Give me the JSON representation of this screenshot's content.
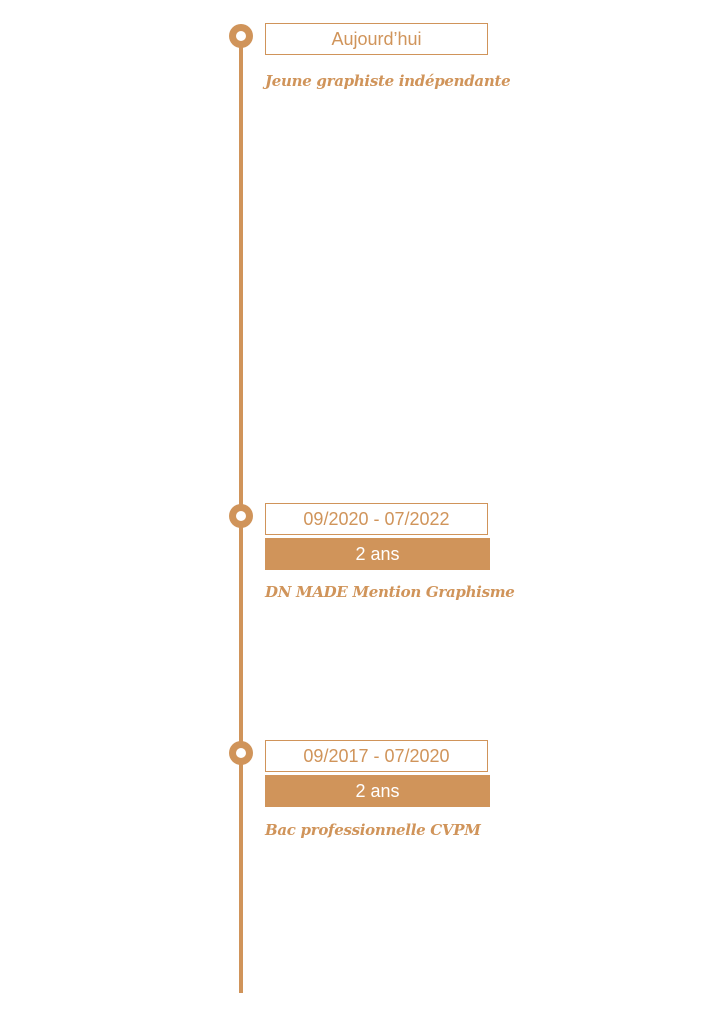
{
  "colors": {
    "accent": "#D0945A"
  },
  "timeline": {
    "entries": [
      {
        "date": "Aujourd’hui",
        "duration": "",
        "title": "Jeune graphiste indépendante"
      },
      {
        "date": "09/2020 - 07/2022",
        "duration": "2 ans",
        "title": "DN MADE Mention Graphisme"
      },
      {
        "date": "09/2017 - 07/2020",
        "duration": "2 ans",
        "title": "Bac professionnelle CVPM"
      }
    ]
  }
}
